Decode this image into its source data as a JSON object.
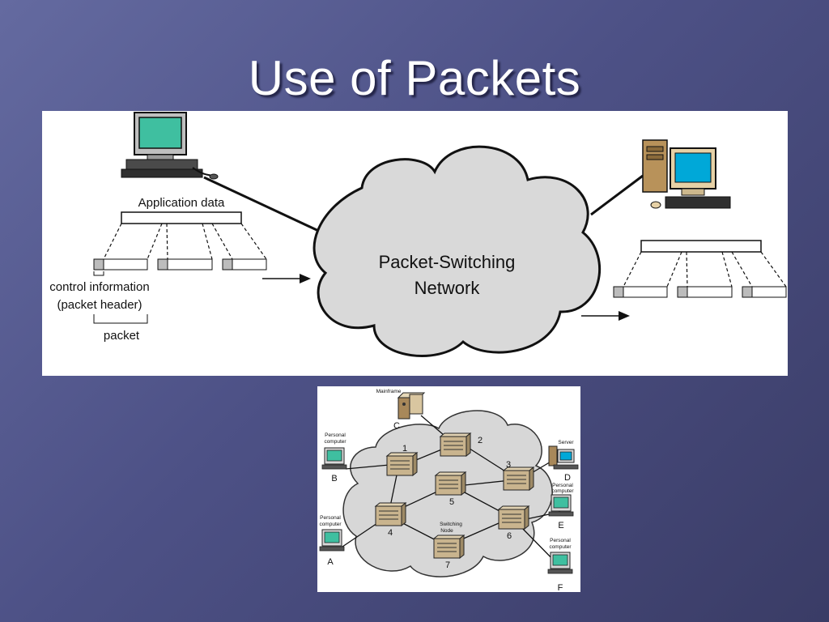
{
  "slide": {
    "title": "Use of Packets"
  },
  "top_diagram": {
    "application_data_label": "Application data",
    "control_info_line1": "control information",
    "control_info_line2": "(packet header)",
    "packet_label": "packet",
    "cloud_line1": "Packet-Switching",
    "cloud_line2": "Network"
  },
  "bottom_diagram": {
    "mainframe_label": "Mainframe",
    "server_label": "Server",
    "pc_label_line1": "Personal",
    "pc_label_line2": "computer",
    "switching_node_line1": "Switching",
    "switching_node_line2": "Node",
    "endpoints": [
      "A",
      "B",
      "C",
      "D",
      "E",
      "F"
    ],
    "nodes": [
      "1",
      "2",
      "3",
      "4",
      "5",
      "6",
      "7"
    ]
  },
  "colors": {
    "background": "#525688",
    "title": "#ffffff",
    "cloud_fill": "#d9d9d9",
    "screen_top": "#3fbfa0",
    "screen_right": "#00a8d8",
    "node_fill": "#c9b48e"
  }
}
